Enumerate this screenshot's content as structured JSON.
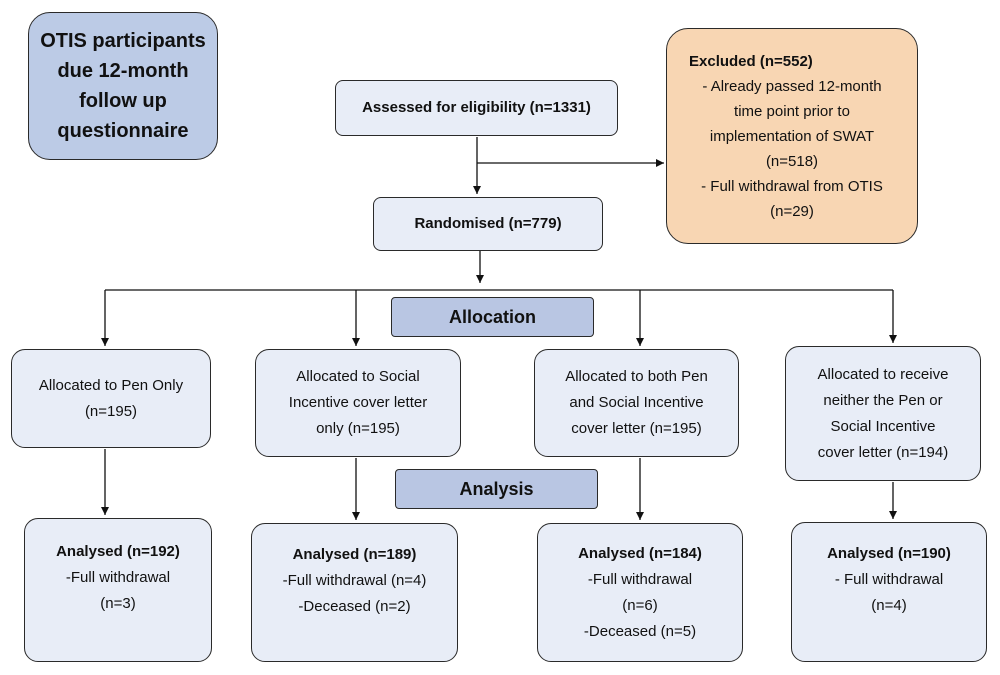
{
  "title_box": [
    "OTIS participants",
    "due 12-month",
    "follow up",
    "questionnaire"
  ],
  "assessed": "Assessed for eligibility (n=1331)",
  "excluded": {
    "heading": "Excluded (n=552)",
    "lines": [
      "- Already passed 12-month",
      "time point prior to",
      "implementation of SWAT",
      "(n=518)",
      "- Full withdrawal from OTIS",
      "(n=29)"
    ]
  },
  "randomised": "Randomised (n=779)",
  "allocation_label": "Allocation",
  "analysis_label": "Analysis",
  "arms": [
    {
      "allocated": [
        "Allocated to Pen Only",
        "(n=195)"
      ],
      "analysed_heading": "Analysed (n=192)",
      "analysed_lines": [
        "-Full withdrawal",
        "(n=3)"
      ]
    },
    {
      "allocated": [
        "Allocated to Social",
        "Incentive cover letter",
        "only (n=195)"
      ],
      "analysed_heading": "Analysed (n=189)",
      "analysed_lines": [
        "-Full withdrawal (n=4)",
        "-Deceased (n=2)"
      ]
    },
    {
      "allocated": [
        "Allocated to both Pen",
        "and Social Incentive",
        "cover letter (n=195)"
      ],
      "analysed_heading": "Analysed (n=184)",
      "analysed_lines": [
        "-Full withdrawal",
        "(n=6)",
        "-Deceased (n=5)"
      ]
    },
    {
      "allocated": [
        "Allocated to receive",
        "neither the Pen or",
        "Social Incentive",
        "cover letter (n=194)"
      ],
      "analysed_heading": "Analysed (n=190)",
      "analysed_lines": [
        "- Full withdrawal",
        "(n=4)"
      ]
    }
  ]
}
